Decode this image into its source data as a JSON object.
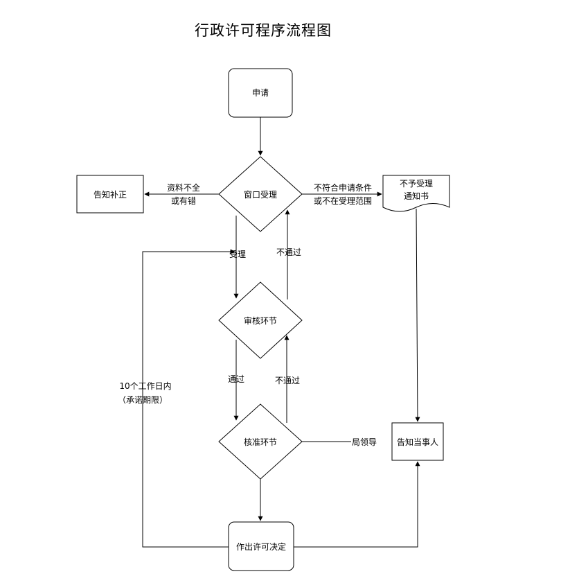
{
  "diagram": {
    "title": "行政许可程序流程图",
    "nodes": {
      "apply": "申请",
      "window": "窗口受理",
      "notify_supplement": "告知补正",
      "not_accept_l1": "不予受理",
      "not_accept_l2": "通知书",
      "review": "审核环节",
      "approve": "核准环节",
      "notify_party": "告知当事人",
      "decision": "作出许可决定"
    },
    "edge_labels": {
      "incomplete_l1": "资料不全",
      "incomplete_l2": "或有错",
      "nonconform_l1": "不符合申请条件",
      "nonconform_l2": "或不在受理范围",
      "accept": "受理",
      "fail_1": "不通过",
      "pass": "通过",
      "fail_2": "不通过",
      "bureau_leader": "局领导",
      "deadline_l1": "10个工作日内",
      "deadline_l2": "（承诺期限）"
    }
  }
}
